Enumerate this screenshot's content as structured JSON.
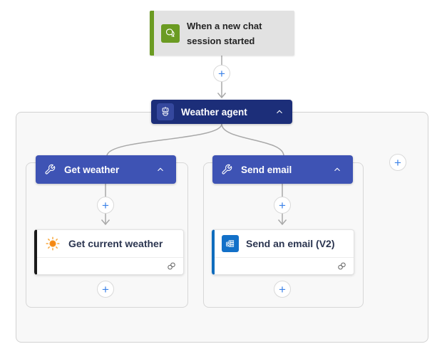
{
  "trigger": {
    "title": "When a new chat session started",
    "icon": "chat-bubbles-icon",
    "accent_color": "#6b9b22",
    "background": "#e2e2e2"
  },
  "agent": {
    "label": "Weather agent",
    "icon": "robot-icon",
    "background": "#1c2e79",
    "collapse_icon": "chevron-up-icon"
  },
  "branches": [
    {
      "label": "Get weather",
      "icon": "wrench-icon",
      "header_color": "#3e53b4",
      "collapse_icon": "chevron-up-icon",
      "action": {
        "title": "Get current weather",
        "icon": "sun-icon",
        "accent_color": "#1a1a1a",
        "footer_icon": "link-icon"
      }
    },
    {
      "label": "Send email",
      "icon": "wrench-icon",
      "header_color": "#3e53b4",
      "collapse_icon": "chevron-up-icon",
      "action": {
        "title": "Send an email (V2)",
        "icon": "outlook-icon",
        "accent_color": "#0f6cbd",
        "footer_icon": "link-icon"
      }
    }
  ],
  "connectors": {
    "insert_label": "+",
    "line_color": "#a8a8a8",
    "plus_color": "#3b82e8"
  }
}
